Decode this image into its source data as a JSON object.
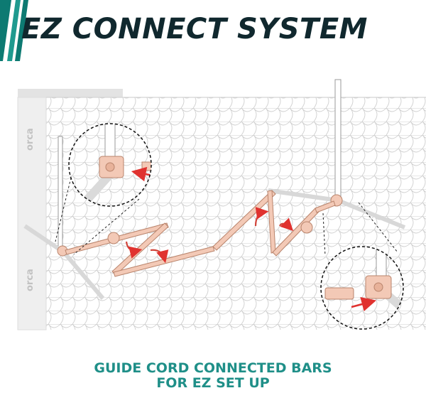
{
  "title": "EZ CONNECT SYSTEM",
  "brand": {
    "logo_text": "orca"
  },
  "caption": {
    "line1": "GUIDE CORD CONNECTED BARS",
    "line2": "FOR EZ SET UP"
  },
  "colors": {
    "title": "#10282e",
    "caption": "#1f8f88",
    "accent_stripes": "#0d7a72",
    "bars": "#f3c9b6",
    "bar_outline": "#b9846c",
    "arrow": "#e0322f",
    "net": "#c9c9c9",
    "net_band": "#e3e3e3"
  },
  "icons": [
    "curved-arrow-icon",
    "push-arrow-icon",
    "cord-connector-icon"
  ]
}
